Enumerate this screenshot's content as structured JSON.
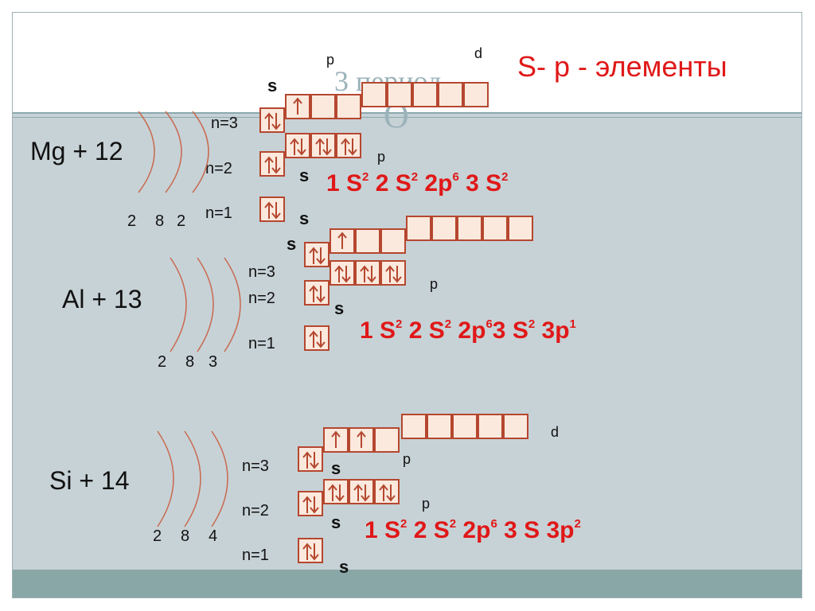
{
  "heading": "S- p - элементы",
  "ghost_title": "3 период",
  "ghost_letter": "О",
  "atoms": [
    {
      "element": "Mg + 12",
      "shell_counts": [
        "2",
        "8",
        "2"
      ],
      "levels": [
        "n=3",
        "n=2",
        "n=1"
      ],
      "orbital_labels": {
        "s_upper": "s",
        "s_mid": "s",
        "s_lower": "s",
        "p": "p",
        "d": "d"
      },
      "formula": {
        "t1": "1 S",
        "e1": "2",
        "t2": " 2 S",
        "e2": "2",
        "t3": " 2p",
        "e3": "6",
        "t4": " 3 S",
        "e4": "2",
        "t5": "",
        "e5": ""
      }
    },
    {
      "element": "Al + 13",
      "shell_counts": [
        "2",
        "8",
        "3"
      ],
      "levels": [
        "n=3",
        "n=2",
        "n=1"
      ],
      "orbital_labels": {
        "s_upper": "s",
        "s_mid": "s",
        "p": "p"
      },
      "formula": {
        "t1": "1 S",
        "e1": "2",
        "t2": " 2 S",
        "e2": "2",
        "t3": " 2p",
        "e3": "6",
        "t4": "3 S",
        "e4": "2",
        "t5": " 3p",
        "e5": "1"
      }
    },
    {
      "element": "Si + 14",
      "shell_counts": [
        "2",
        "8",
        "4"
      ],
      "levels": [
        "n=3",
        "n=2",
        "n=1"
      ],
      "orbital_labels": {
        "s_upper": "s",
        "s_mid": "s",
        "s_lower": "s",
        "p_upper": "p",
        "p_mid": "p",
        "d": "d"
      },
      "formula": {
        "t1": "1 S",
        "e1": "2",
        "t2": " 2 S",
        "e2": "2",
        "t3": " 2p",
        "e3": "6",
        "t4": " 3 S 3p",
        "e4": "2",
        "t5": "",
        "e5": ""
      }
    }
  ],
  "colors": {
    "accent_red": "#e01818",
    "cell_border": "#b5472f",
    "cell_fill": "#fbe9dd",
    "slide_bg": "#c7d2d6",
    "arc": "#c86a50"
  }
}
